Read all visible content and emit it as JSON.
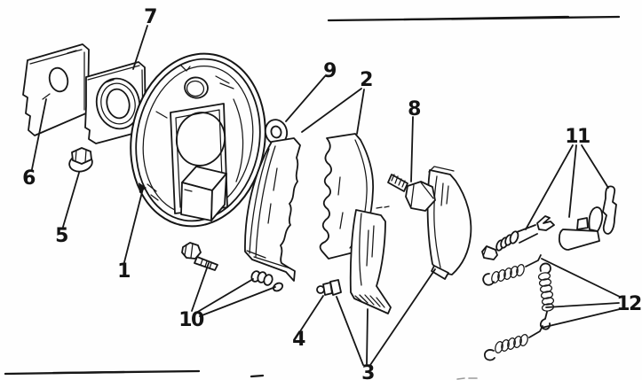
{
  "figure": {
    "kind": "exploded-parts-diagram",
    "subject": "drum brake assembly line art",
    "ink": "#161616",
    "paper": "#fefefe",
    "callouts": [
      {
        "number": "1",
        "part": "backing-plate"
      },
      {
        "number": "2",
        "part": "brake-shoe-and-lining-front"
      },
      {
        "number": "3",
        "part": "brake-shoe-and-lining-rear"
      },
      {
        "number": "4",
        "part": "bleeder-screw"
      },
      {
        "number": "5",
        "part": "mounting-nut"
      },
      {
        "number": "6",
        "part": "dust-shield-plate"
      },
      {
        "number": "7",
        "part": "seal-retainer-plate"
      },
      {
        "number": "8",
        "part": "hex-bolt"
      },
      {
        "number": "9",
        "part": "washer-ring"
      },
      {
        "number": "10",
        "part": "bolt-and-pins"
      },
      {
        "number": "11",
        "part": "adjuster-hardware-set"
      },
      {
        "number": "12",
        "part": "return-spring-set"
      }
    ]
  }
}
